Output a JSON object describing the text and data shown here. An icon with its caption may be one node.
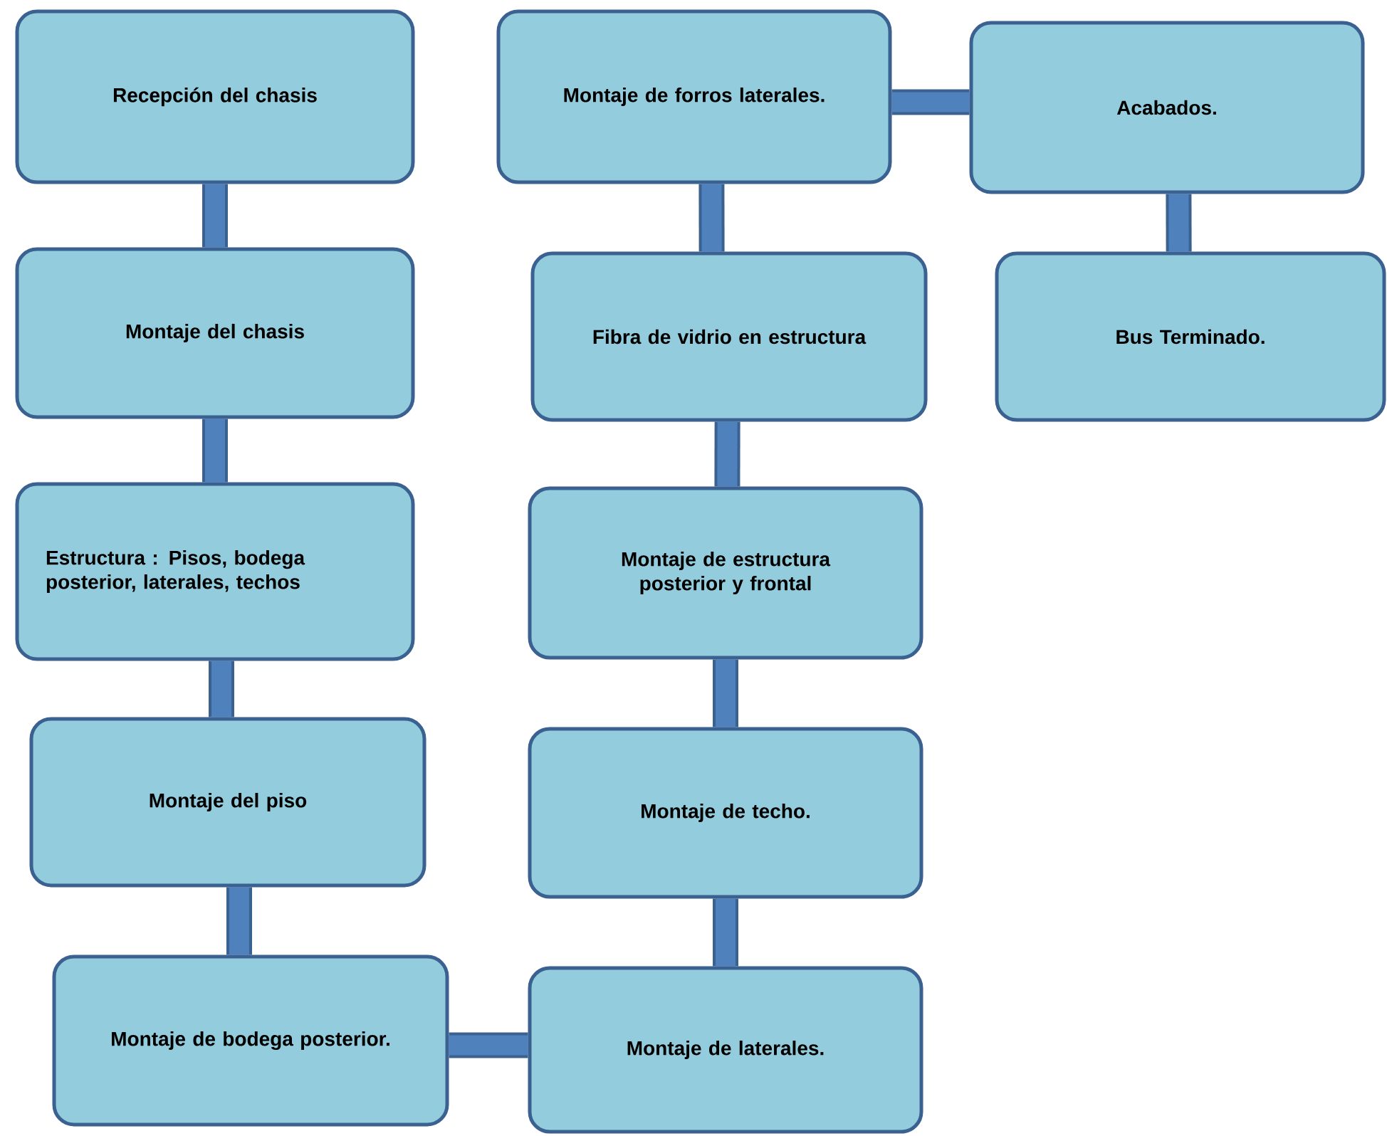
{
  "diagram": {
    "nodes": [
      {
        "text": [
          "Recepción del chasis"
        ]
      },
      {
        "text": [
          "Montaje del chasis"
        ]
      },
      {
        "text": [
          "Estructura : Pisos, bodega posterior, laterales, techos"
        ]
      },
      {
        "text": [
          "Montaje del piso"
        ]
      },
      {
        "text": [
          "Montaje de bodega posterior."
        ]
      },
      {
        "text": [
          "Montaje de laterales."
        ]
      },
      {
        "text": [
          "Montaje de techo."
        ]
      },
      {
        "text": [
          "Montaje de estructura posterior y frontal"
        ]
      },
      {
        "text": [
          "Fibra de vidrio en estructura"
        ]
      },
      {
        "text": [
          "Montaje de forros laterales."
        ]
      },
      {
        "text": [
          "Acabados."
        ]
      },
      {
        "text": [
          "Bus Terminado."
        ]
      }
    ],
    "edges": [
      {
        "from": 0,
        "to": 1,
        "arrow": "none"
      },
      {
        "from": 1,
        "to": 2,
        "arrow": "none"
      },
      {
        "from": 2,
        "to": 3,
        "arrow": "none"
      },
      {
        "from": 3,
        "to": 4,
        "arrow": "none"
      },
      {
        "from": 4,
        "to": 5,
        "arrow": "none"
      },
      {
        "from": 5,
        "to": 6,
        "arrow": "none"
      },
      {
        "from": 6,
        "to": 7,
        "arrow": "none"
      },
      {
        "from": 7,
        "to": 8,
        "arrow": "none"
      },
      {
        "from": 8,
        "to": 9,
        "arrow": "none"
      },
      {
        "from": 9,
        "to": 10,
        "arrow": "none"
      },
      {
        "from": 10,
        "to": 11,
        "arrow": "none"
      }
    ]
  }
}
